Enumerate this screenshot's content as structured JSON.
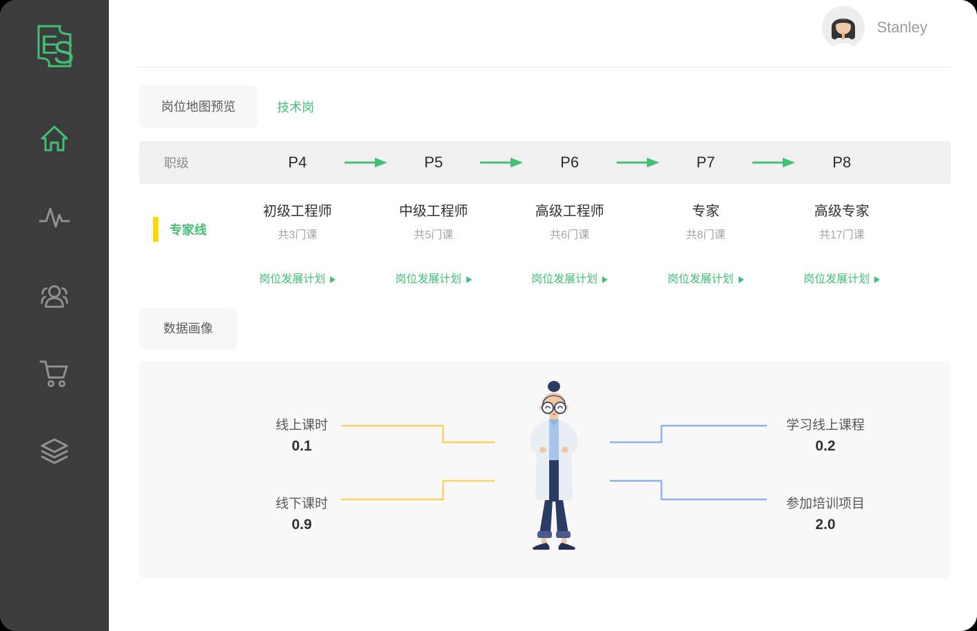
{
  "app": {
    "logo_e": "E",
    "logo_s": "S"
  },
  "sidebar": {
    "items": [
      {
        "icon": "home",
        "active": true
      },
      {
        "icon": "activity",
        "active": false
      },
      {
        "icon": "users",
        "active": false
      },
      {
        "icon": "cart",
        "active": false
      },
      {
        "icon": "layers",
        "active": false
      }
    ]
  },
  "header": {
    "username": "Stanley"
  },
  "tabs": {
    "primary": "岗位地图预览",
    "secondary": "技术岗"
  },
  "level_bar": {
    "label": "职级",
    "levels": [
      "P4",
      "P5",
      "P6",
      "P7",
      "P8"
    ]
  },
  "expert_line": {
    "label": "专家线",
    "plan_link": "岗位发展计划",
    "columns": [
      {
        "title": "初级工程师",
        "courses": "共3门课"
      },
      {
        "title": "中级工程师",
        "courses": "共5门课"
      },
      {
        "title": "高级工程师",
        "courses": "共6门课"
      },
      {
        "title": "专家",
        "courses": "共8门课"
      },
      {
        "title": "高级专家",
        "courses": "共17门课"
      }
    ]
  },
  "portrait": {
    "section_label": "数据画像"
  },
  "chart_data": {
    "type": "table",
    "title": "数据画像",
    "legend_position": "none",
    "groups": [
      {
        "side": "left",
        "line_color": "#fad25e",
        "items": [
          {
            "label": "线上课时",
            "value": 0.1,
            "display": "0.1"
          },
          {
            "label": "线下课时",
            "value": 0.9,
            "display": "0.9"
          }
        ]
      },
      {
        "side": "right",
        "line_color": "#8fb0e8",
        "items": [
          {
            "label": "学习线上课程",
            "value": 0.2,
            "display": "0.2"
          },
          {
            "label": "参加培训项目",
            "value": 2.0,
            "display": "2.0"
          }
        ]
      }
    ]
  },
  "colors": {
    "accent_green": "#42bf75",
    "marker_yellow": "#ffd900",
    "line_yellow": "#fad25e",
    "line_blue": "#8fb0e8",
    "sidebar_bg": "#3c3c3c",
    "panel_bg": "#f8f8f9"
  }
}
